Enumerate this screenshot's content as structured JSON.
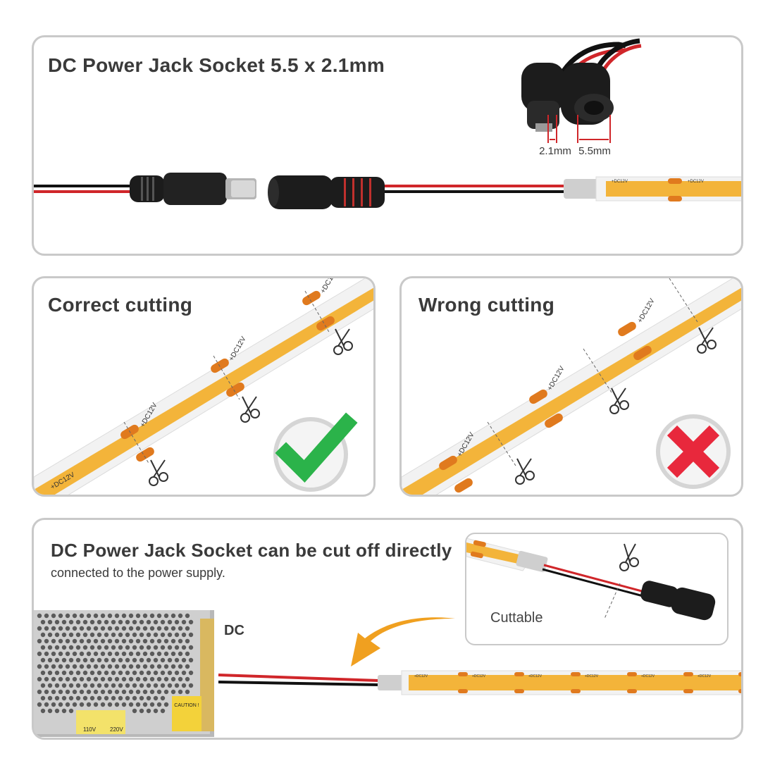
{
  "panel_top": {
    "title": "DC Power Jack Socket 5.5 x 2.1mm",
    "dim_small": "2.1mm",
    "dim_large": "5.5mm",
    "strip_label": "+DC12V"
  },
  "panel_correct": {
    "title": "Correct cutting",
    "strip_label": "+DC12V",
    "result_icon": "check-icon",
    "result_color": "#2bb34a"
  },
  "panel_wrong": {
    "title": "Wrong cutting",
    "strip_label": "+DC12V",
    "result_icon": "cross-icon",
    "result_color": "#e8283c"
  },
  "panel_bottom": {
    "title": "DC Power Jack Socket can be cut off directly",
    "subtitle": "connected to the power supply.",
    "inset_label": "Cuttable",
    "dc_label": "DC",
    "strip_label": "+DC12V",
    "psu_caution": "CAUTION !",
    "psu_voltage_low": "110V",
    "psu_voltage_high": "220V"
  },
  "colors": {
    "strip_yellow": "#f3b43a",
    "pad_orange": "#e07a1e",
    "cable_red": "#d0262a",
    "border_gray": "#c9c9c9"
  }
}
